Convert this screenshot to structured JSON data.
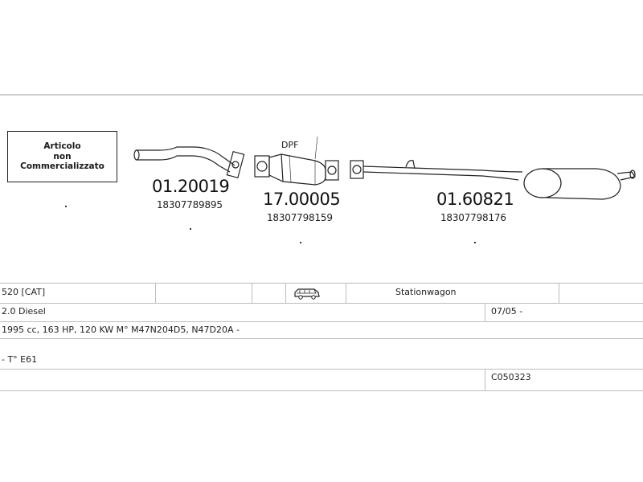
{
  "not_sold_label": "Articolo\nnon\nCommercializzato",
  "dpf_label": "DPF",
  "parts": [
    {
      "code": "01.20019",
      "oem": "18307789895"
    },
    {
      "code": "17.00005",
      "oem": "18307798159"
    },
    {
      "code": "01.60821",
      "oem": "18307798176"
    }
  ],
  "table": {
    "model": "520  [CAT]",
    "body_type": "Stationwagon",
    "engine": "2.0 Diesel",
    "date": "07/05 -",
    "specs": "1995 cc, 163 HP, 120 KW M° M47N204D5, N47D20A -",
    "chassis": "- T° E61",
    "ref_code": "C050323"
  },
  "icons": [
    "car-icon"
  ]
}
